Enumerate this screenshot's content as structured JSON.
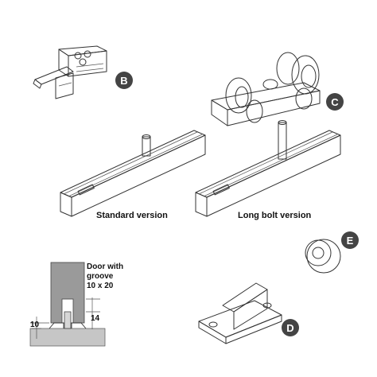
{
  "colors": {
    "metal_light": "#e4e4e4",
    "metal_mid": "#c8c8c8",
    "metal_dark": "#8a8a8a",
    "door": "#9a9a9a",
    "floor": "#c6c6c6",
    "badge": "#444444",
    "outline": "#333333"
  },
  "badges": {
    "b": "B",
    "c": "C",
    "d": "D",
    "e": "E"
  },
  "captions": {
    "standard": "Standard version",
    "long_bolt": "Long bolt version"
  },
  "door_detail": {
    "line1": "Door with",
    "line2": "groove",
    "line3": "10 x 20",
    "dim_left": "10",
    "dim_right": "14"
  }
}
